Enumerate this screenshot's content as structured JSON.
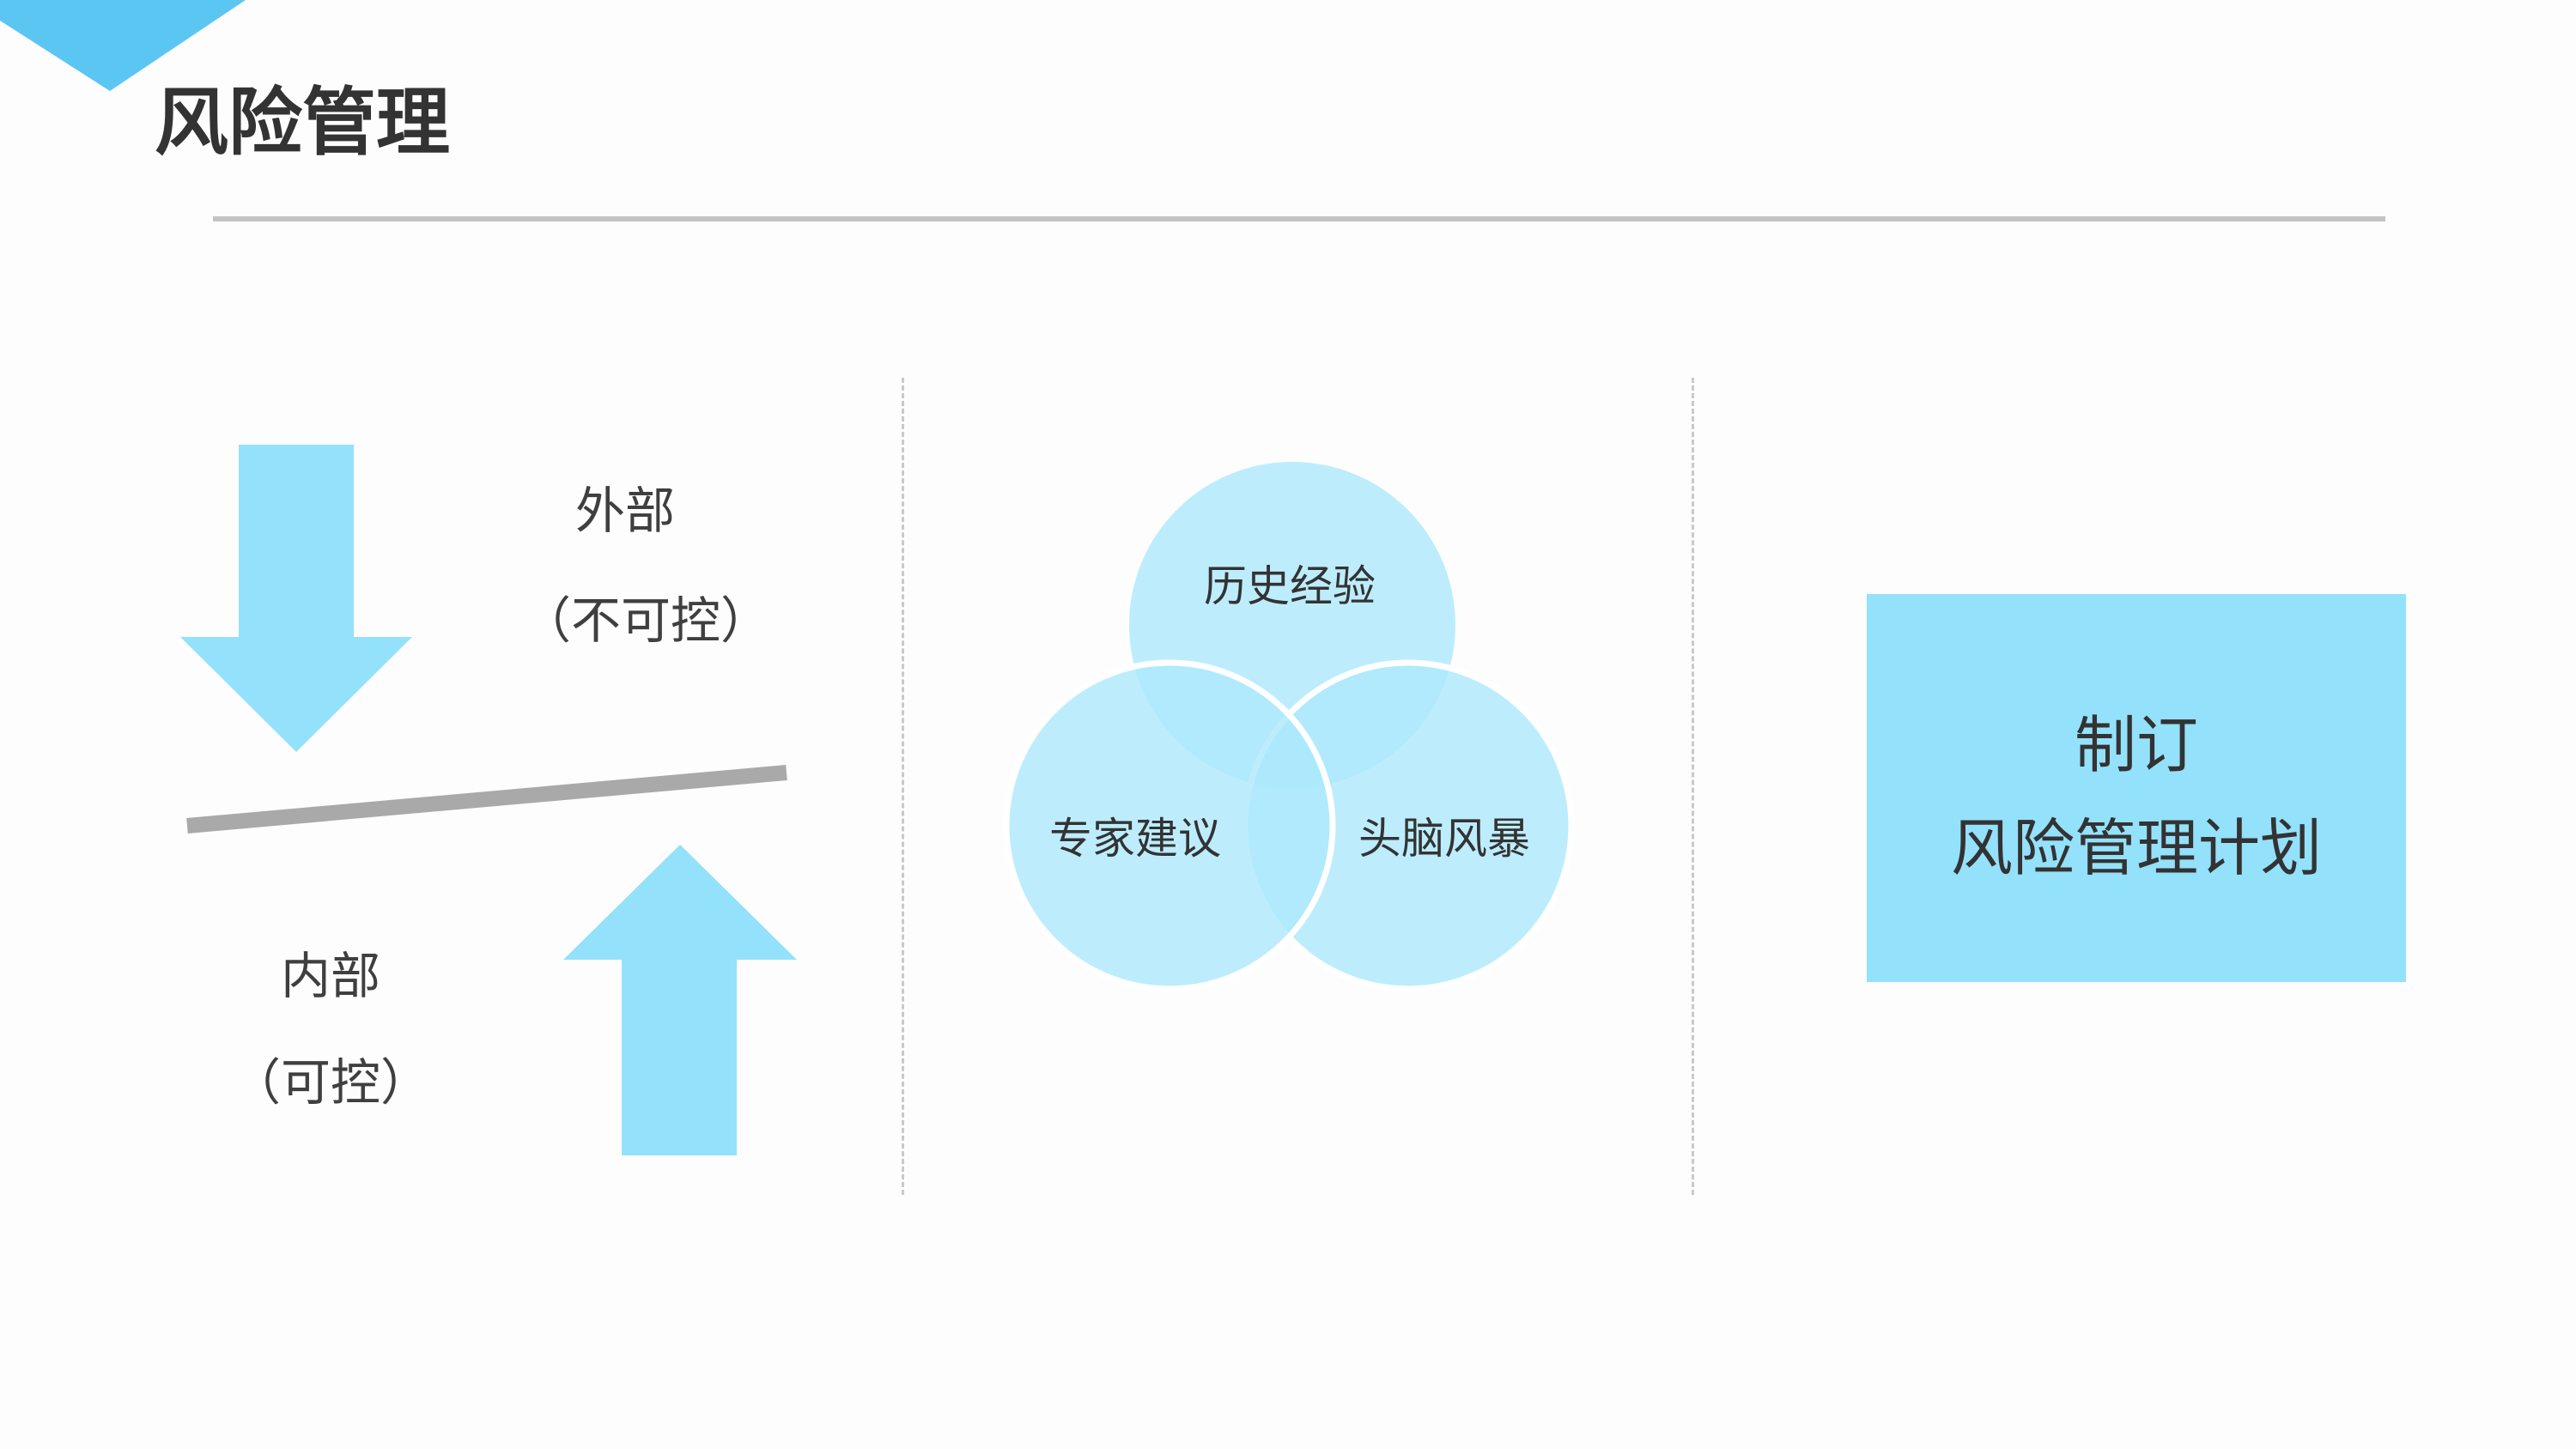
{
  "slide": {
    "title": "风险管理"
  },
  "factors": {
    "external": {
      "title": "外部",
      "note": "（不可控）"
    },
    "internal": {
      "title": "内部",
      "note": "（可控）"
    }
  },
  "sources": {
    "history": "历史经验",
    "expert": "专家建议",
    "brainstorm": "头脑风暴"
  },
  "plan": {
    "line1": "制订",
    "line2": "风险管理计划"
  },
  "colors": {
    "accent": "#94e1fb",
    "circle": "#ade8fb",
    "beam": "#a9a9a9",
    "rule": "#c4c4c4",
    "text": "#333333"
  }
}
